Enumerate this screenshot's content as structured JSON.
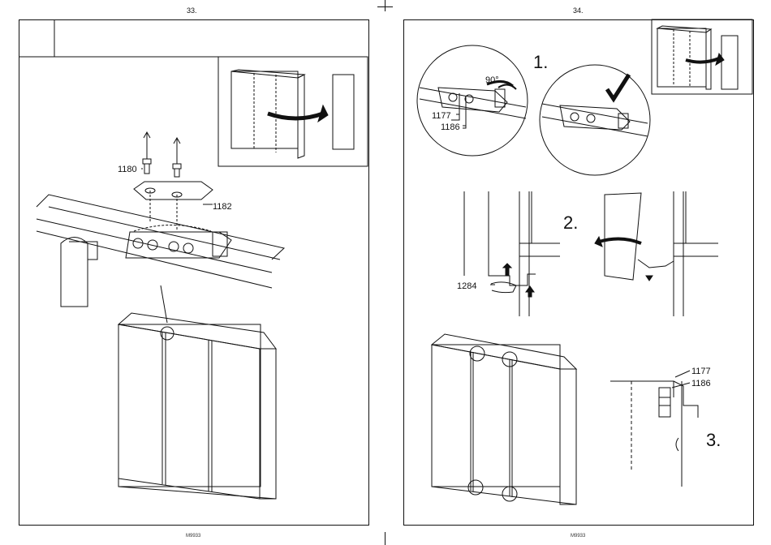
{
  "pages": [
    {
      "page_number": "33.",
      "footer_code": "M9933",
      "part_labels": [
        "1180",
        "1182"
      ]
    },
    {
      "page_number": "34.",
      "footer_code": "M9933",
      "steps": [
        "1.",
        "2.",
        "3."
      ],
      "rotation_label": "90°",
      "part_labels_step1": [
        "1177",
        "1186"
      ],
      "part_label_step2": "1284",
      "part_labels_step3": [
        "1177",
        "1186"
      ]
    }
  ]
}
